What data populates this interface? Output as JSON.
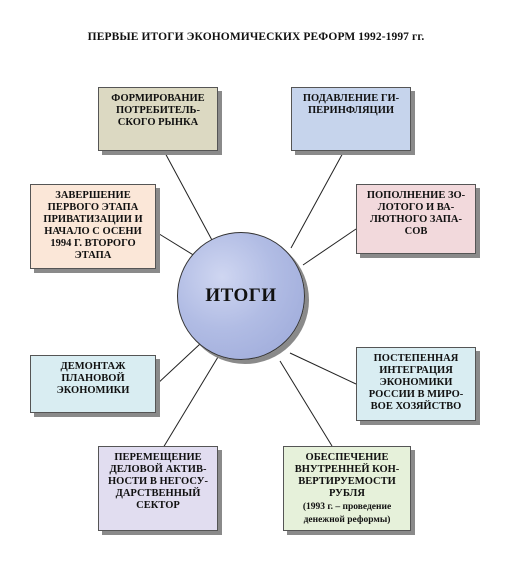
{
  "title": "ПЕРВЫЕ ИТОГИ ЭКОНОМИЧЕСКИХ РЕФОРМ 1992-1997 гг.",
  "center": "ИТОГИ",
  "colors": {
    "consumer_market": "#dcd9c2",
    "inflation": "#c6d4ec",
    "privatization": "#fbe7d8",
    "reserves": "#f2d9dc",
    "planned_economy": "#d9edf2",
    "integration": "#d9edf2",
    "business_sector": "#e1ddf0",
    "convertibility": "#e6f1da"
  },
  "boxes": {
    "consumer_market": [
      "ФОРМИРОВАНИЕ",
      "ПОТРЕБИТЕЛЬ-",
      "СКОГО РЫНКА"
    ],
    "inflation": [
      "ПОДАВЛЕНИЕ ГИ-",
      "ПЕРИНФЛЯЦИИ"
    ],
    "privatization": [
      "ЗАВЕРШЕНИЕ",
      "ПЕРВОГО ЭТАПА",
      "ПРИВАТИЗАЦИИ И",
      "НАЧАЛО С ОСЕНИ",
      "1994 г. ВТОРОГО",
      "ЭТАПА"
    ],
    "reserves": [
      "ПОПОЛНЕНИЕ ЗО-",
      "ЛОТОГО И ВА-",
      "ЛЮТНОГО ЗАПА-",
      "СОВ"
    ],
    "planned_economy": [
      "ДЕМОНТАЖ",
      "ПЛАНОВОЙ",
      "ЭКОНОМИКИ"
    ],
    "integration": [
      "ПОСТЕПЕННАЯ",
      "ИНТЕГРАЦИЯ",
      "ЭКОНОМИКИ",
      "РОССИИ В МИРО-",
      "ВОЕ ХОЗЯЙСТВО"
    ],
    "business_sector": [
      "ПЕРЕМЕЩЕНИЕ",
      "ДЕЛОВОЙ АКТИВ-",
      "НОСТИ В НЕГОСУ-",
      "ДАРСТВЕННЫЙ",
      "СЕКТОР"
    ],
    "convertibility": [
      "ОБЕСПЕЧЕНИЕ",
      "ВНУТРЕННЕЙ КОН-",
      "ВЕРТИРУЕМОСТИ",
      "РУБЛЯ"
    ],
    "convertibility_note": [
      "(1993 г. – проведение",
      "денежной реформы)"
    ]
  }
}
